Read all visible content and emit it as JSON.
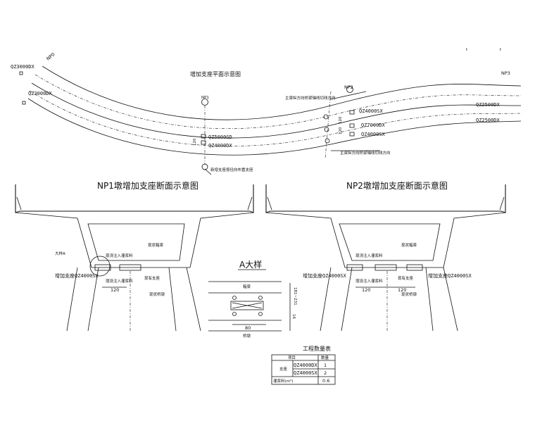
{
  "plan": {
    "title": "增加支座平面示意图",
    "np0": "NP0",
    "np1": "NP1",
    "np2": "NP2",
    "np3": "NP3",
    "left_bearing_1": "QZ3000DX",
    "left_bearing_2": "QZ3000DX",
    "np1_bearing_1": "QZ5000GD",
    "np1_bearing_2": "QZ4000DX",
    "np2_bearing_1": "QZ4000SX",
    "np2_bearing_2": "QZ7000DX",
    "np2_bearing_3": "QZ4000SX",
    "right_bearing_1": "QZ2500DX",
    "right_bearing_2": "QZ2500DX",
    "dim_120": "120",
    "dim_120b": "120",
    "note_line_1": "主梁纵方向桥梁轴线切线方向",
    "note_line_2": "主梁纵方向桥梁轴线切线方向",
    "note_radial": "新增支座按径向布置支座",
    "tick_1": "t",
    "tick_2": "t"
  },
  "section1": {
    "title": "NP1墩增加支座断面示意图",
    "label_detail": "大样A",
    "label_grout": "现浇注入灌浆料",
    "label_box": "现状箱梁",
    "label_new_bearing": "增加支座QZ4000SX",
    "label_grout2": "增设注入灌浆料",
    "label_existing": "现有支座",
    "label_pier": "现状桥墩",
    "dim": "120"
  },
  "section2": {
    "title": "NP2墩增加支座断面示意图",
    "label_grout": "现浇注入灌浆料",
    "label_box": "现状箱梁",
    "label_new_bearing_l": "增加支座QZ4000SX",
    "label_grout2": "增设注入灌浆料",
    "label_existing": "现有支座",
    "label_new_bearing_r": "增加支座QZ4000SX",
    "label_pier": "现状桥墩",
    "dim_1": "120",
    "dim_2": "120"
  },
  "detail": {
    "title": "A大样",
    "label_top": "箱梁",
    "label_bottom": "桥墩",
    "dim_h": "181~231",
    "dim_h2": "16",
    "dim_w": "80"
  },
  "table": {
    "title": "工程数量表",
    "col_item": "项目",
    "col_qty": "数量",
    "group_label": "支座",
    "rows": [
      {
        "name": "QZ4000DX",
        "qty": "1"
      },
      {
        "name": "QZ4000SX",
        "qty": "2"
      },
      {
        "name": "灌浆料(m³)",
        "qty": "0.6"
      }
    ]
  }
}
